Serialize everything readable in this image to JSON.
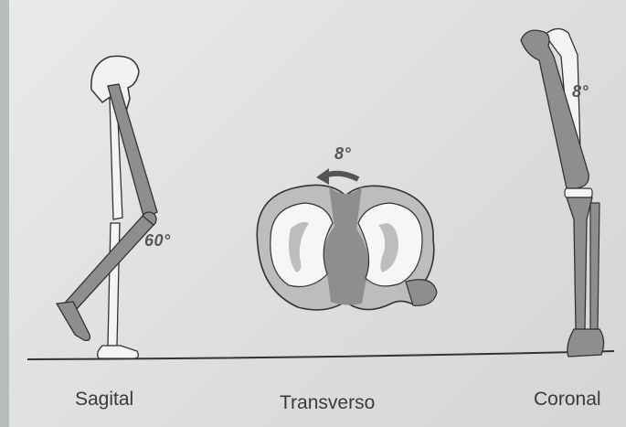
{
  "figure": {
    "planes": [
      {
        "label": "Sagital",
        "angle": "60°"
      },
      {
        "label": "Transverso",
        "angle": "8°"
      },
      {
        "label": "Coronal",
        "angle": "8°"
      }
    ]
  },
  "colors": {
    "bone_dark": "#8e8e8e",
    "bone_light": "#f4f4f4",
    "outline": "#3a3a3a",
    "cartilage": "#bdbdbd"
  }
}
